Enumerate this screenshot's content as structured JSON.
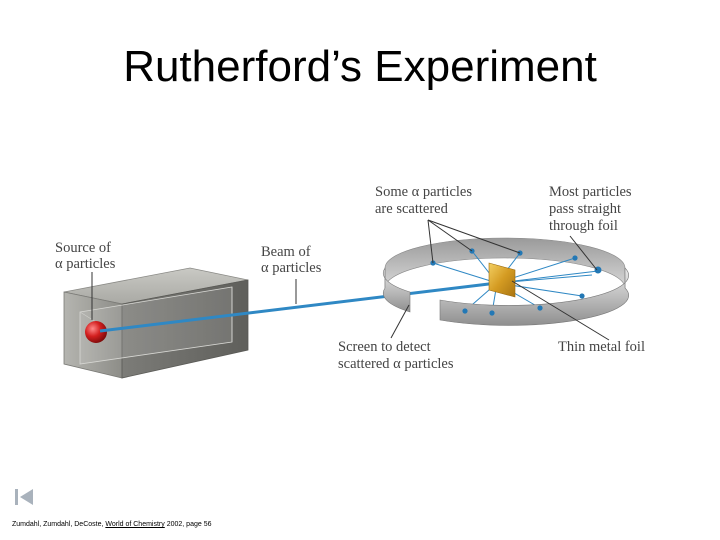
{
  "title": "Rutherford’s Experiment",
  "labels": {
    "source": [
      "Source of",
      "α particles"
    ],
    "beam": [
      "Beam of",
      "α particles"
    ],
    "scattered": [
      "Some α particles",
      "are scattered"
    ],
    "most": [
      "Most particles",
      "pass straight",
      "through foil"
    ],
    "screen": [
      "Screen to detect",
      "scattered α particles"
    ],
    "foil": [
      "Thin metal foil"
    ]
  },
  "citation": {
    "authors": "Zumdahl, Zumdahl, DeCoste, ",
    "book": "World of Chemistry",
    "rest": " 2002, page 56"
  },
  "colors": {
    "beam": "#2f88c4",
    "box": "#8a8a86",
    "ring": "#b8b8b8",
    "foil": "#d6a530",
    "source": "#cc1e1e",
    "dots": "#2378b5"
  },
  "icons": {
    "nav": "first-slide-icon"
  }
}
